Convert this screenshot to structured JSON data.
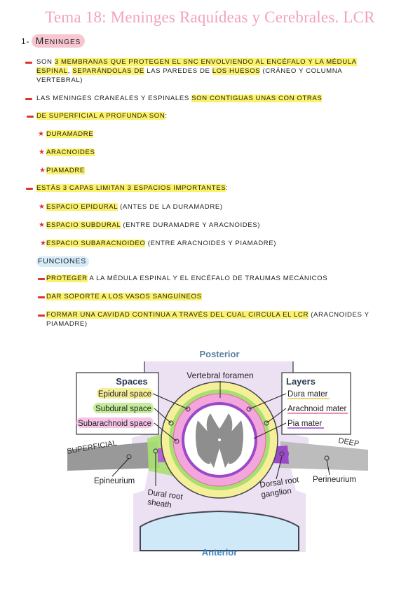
{
  "title": "Tema 18: Meninges Raquídeas y Cerebrales. LCR",
  "section": {
    "number": "1-",
    "label": "Meninges"
  },
  "items": {
    "p1": {
      "a": "Son ",
      "b": "3 membranas que protegen el SNC envolviendo al encéfalo y la médula",
      "c": "espinal",
      "d": ", ",
      "e": "separándolas de",
      "f": " las paredes de ",
      "g": "los huesos",
      "h": " (cráneo y columna",
      "line3": "vertebral)"
    },
    "p2": {
      "a": "Las meninges craneales y espinales ",
      "b": "son contiguas unas con otras"
    },
    "p3": {
      "a": "De superficial a profunda son",
      "b": ":"
    },
    "layers": [
      "Duramadre",
      "Aracnoides",
      "Piamadre"
    ],
    "p4": {
      "a": "Estás 3 capas limitan 3 espacios importantes",
      "b": ":"
    },
    "spaces": [
      {
        "hl": "Espacio epidural",
        "rest": " (Antes de la duramadre)"
      },
      {
        "hl": "Espacio subdural",
        "rest": " (Entre duramadre y aracnoides)"
      },
      {
        "hl": "Espacio subaracnoideo",
        "rest": " (Entre aracnoides y piamadre)"
      }
    ]
  },
  "funciones": {
    "label": "Funciones",
    "f1": {
      "hl": "Proteger",
      "rest": " a la médula espinal y el encéfalo de traumas mecánicos"
    },
    "f2": {
      "hl": "Dar soporte a los vasos sanguíneos"
    },
    "f3": {
      "hl": "Formar una cavidad continua a través del cual circula el LCR",
      "rest": " (aracnoides y",
      "line2": "piamadre)"
    }
  },
  "diagram": {
    "posterior": "Posterior",
    "anterior": "Anterior",
    "vertebral_foramen": "Vertebral foramen",
    "spaces_title": "Spaces",
    "spaces": [
      "Epidural space",
      "Subdural space",
      "Subarachnoid space"
    ],
    "layers_title": "Layers",
    "layers": [
      "Dura mater",
      "Arachnoid mater",
      "Pia mater"
    ],
    "superficial": "SUPERFICIAL",
    "deep": "DEEP",
    "epineurium": "Epineurium",
    "dural_root_sheath": [
      "Dural root",
      "sheath"
    ],
    "dorsal_root_ganglion": [
      "Dorsal root",
      "ganglion"
    ],
    "perineurium": "Perineurium",
    "colors": {
      "epidural": "#f6ef9a",
      "subdural": "#a8e070",
      "subarachnoid": "#f3a6dc",
      "pia": "#9a49c8",
      "bone": "#ece0f3",
      "gray": "#999999"
    }
  }
}
